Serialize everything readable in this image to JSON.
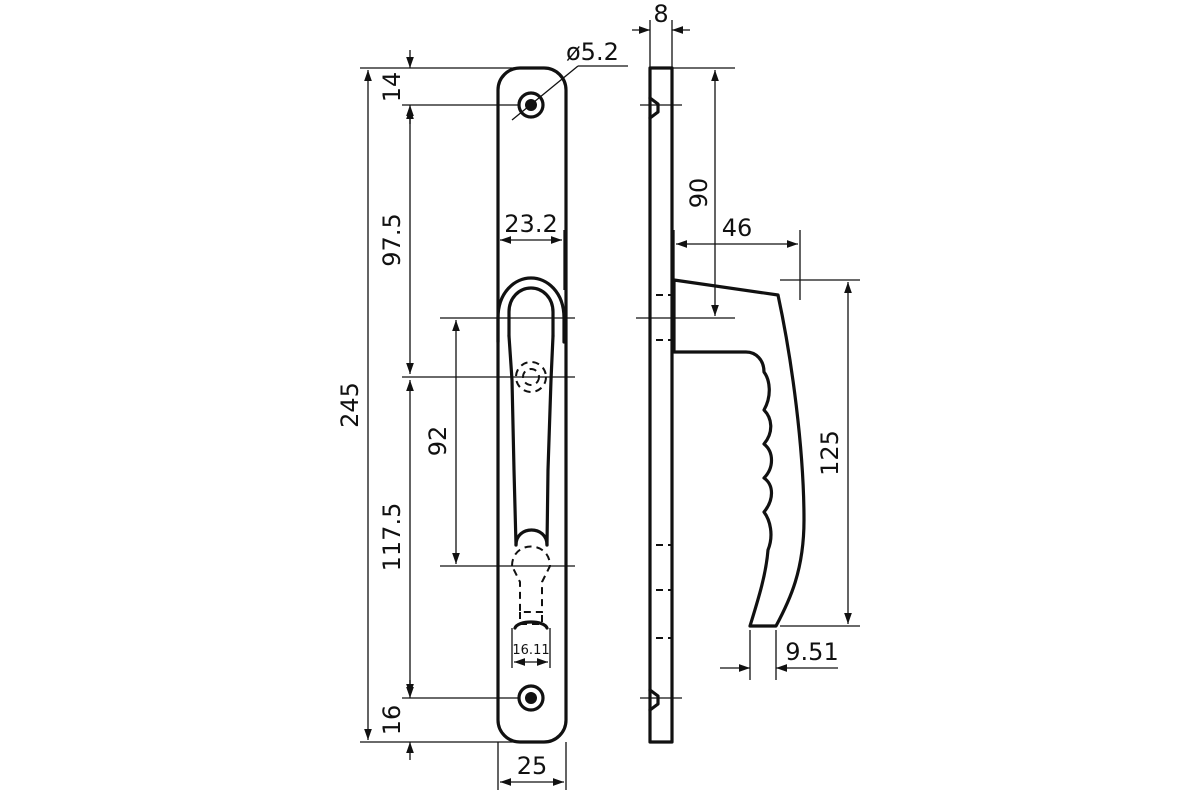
{
  "drawing": {
    "dimensions": {
      "overall_height": "245",
      "top_hole_offset": "14",
      "upper_spacing": "97.5",
      "lower_spacing": "117.5",
      "bottom_hole_offset": "16",
      "plate_width": "25",
      "handle_base_width": "23.2",
      "hole_diameter": "ø5.2",
      "spindle_to_cylinder": "92",
      "cylinder_width": "16.11",
      "plate_thickness": "8",
      "spindle_height": "90",
      "handle_projection": "46",
      "handle_length": "125",
      "handle_tip": "9.51"
    }
  }
}
